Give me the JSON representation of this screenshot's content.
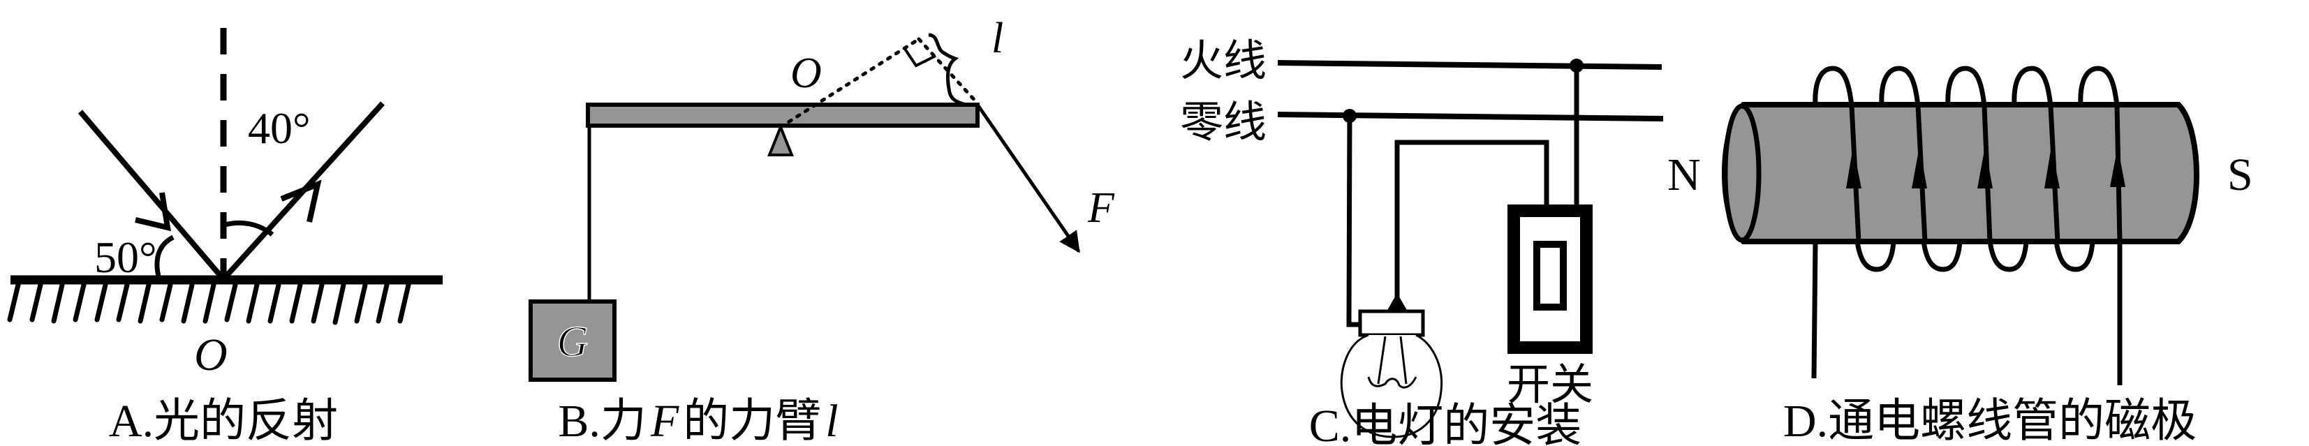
{
  "panels": {
    "a": {
      "caption": "A.光的反射",
      "angle_incident_label": "50°",
      "angle_reflect_label": "40°",
      "point_label": "O"
    },
    "b": {
      "caption_prefix": "B.力",
      "caption_f": "F",
      "caption_mid": "的力臂",
      "caption_l": "l",
      "pivot_label": "O",
      "weight_label": "G",
      "force_label": "F",
      "arm_label": "l"
    },
    "c": {
      "caption": "C.电灯的安装",
      "live_wire_label": "火线",
      "neutral_wire_label": "零线",
      "switch_label": "开关"
    },
    "d": {
      "caption": "D.通电螺线管的磁极",
      "north_label": "N",
      "south_label": "S"
    }
  },
  "colors": {
    "ink": "#000000",
    "fill_gray": "#959595",
    "background": "#ffffff"
  }
}
